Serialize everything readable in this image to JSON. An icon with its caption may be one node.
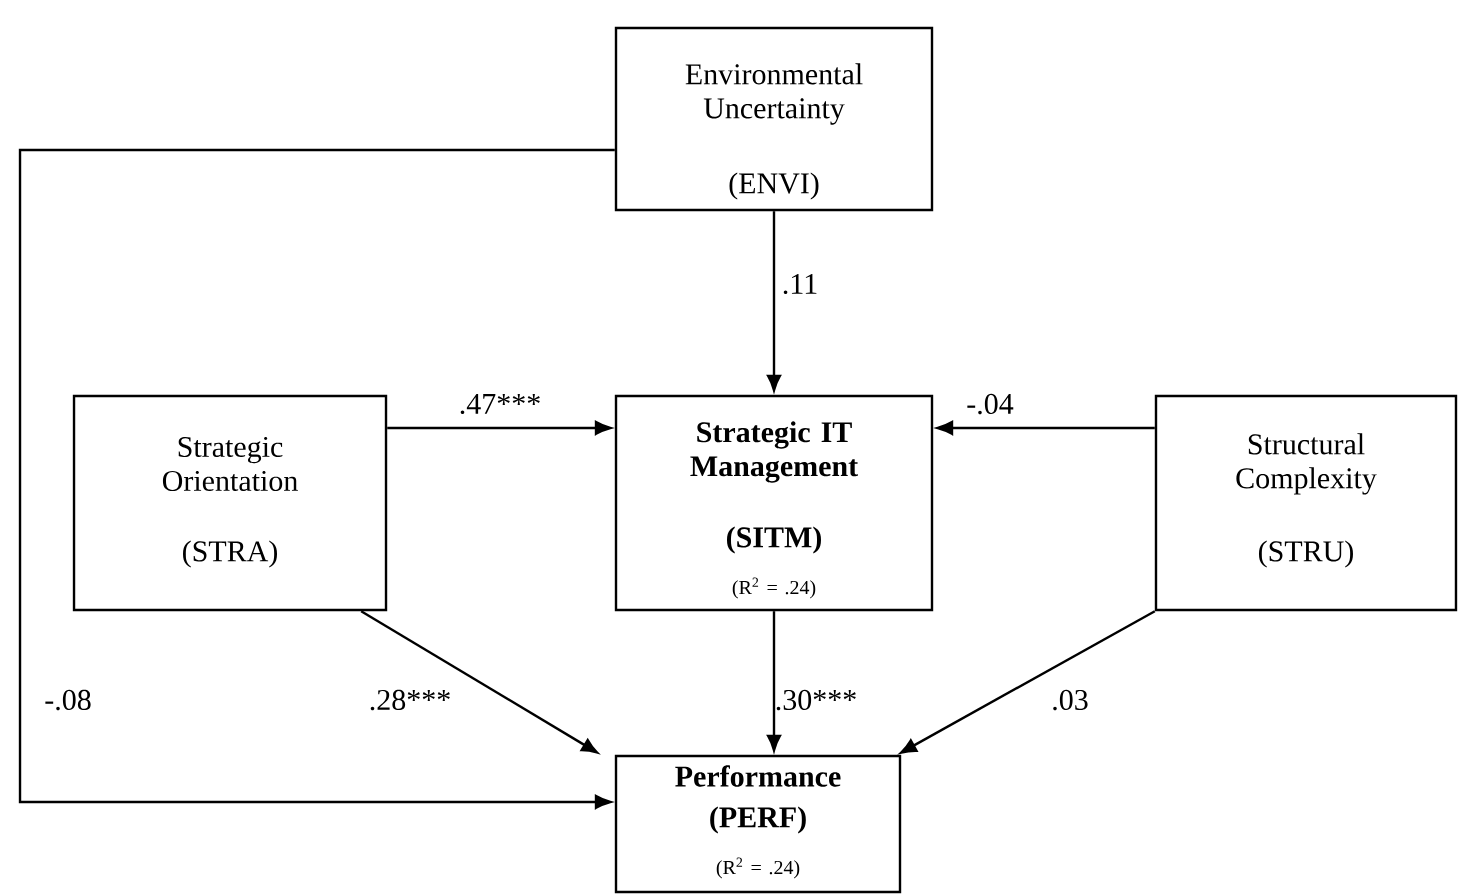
{
  "diagram": {
    "nodes": [
      {
        "text": [
          "Environmental Uncertainty",
          "(ENVI)"
        ]
      },
      {
        "text": [
          "Strategic Orientation",
          "(STRA)"
        ]
      },
      {
        "text": [
          "Strategic IT Management",
          "(SITM)",
          "(R$^{2}$ = .24)"
        ]
      },
      {
        "text": [
          "Structural Complexity",
          "(STRU)"
        ]
      },
      {
        "text": [
          "Performance",
          "(PERF)",
          "(R$^{2}$ = .24)"
        ]
      }
    ],
    "edges": [
      {
        "from": 0,
        "to": 2,
        "arrow": "to",
        "label": ".11"
      },
      {
        "from": 1,
        "to": 2,
        "arrow": "to",
        "label": ".47***"
      },
      {
        "from": 3,
        "to": 2,
        "arrow": "to",
        "label": "-.04"
      },
      {
        "from": 0,
        "to": 4,
        "arrow": "to",
        "label": "-.08"
      },
      {
        "from": 1,
        "to": 4,
        "arrow": "to",
        "label": ".28***"
      },
      {
        "from": 2,
        "to": 4,
        "arrow": "to",
        "label": ".30***"
      },
      {
        "from": 3,
        "to": 4,
        "arrow": "to",
        "label": ".03"
      }
    ]
  }
}
